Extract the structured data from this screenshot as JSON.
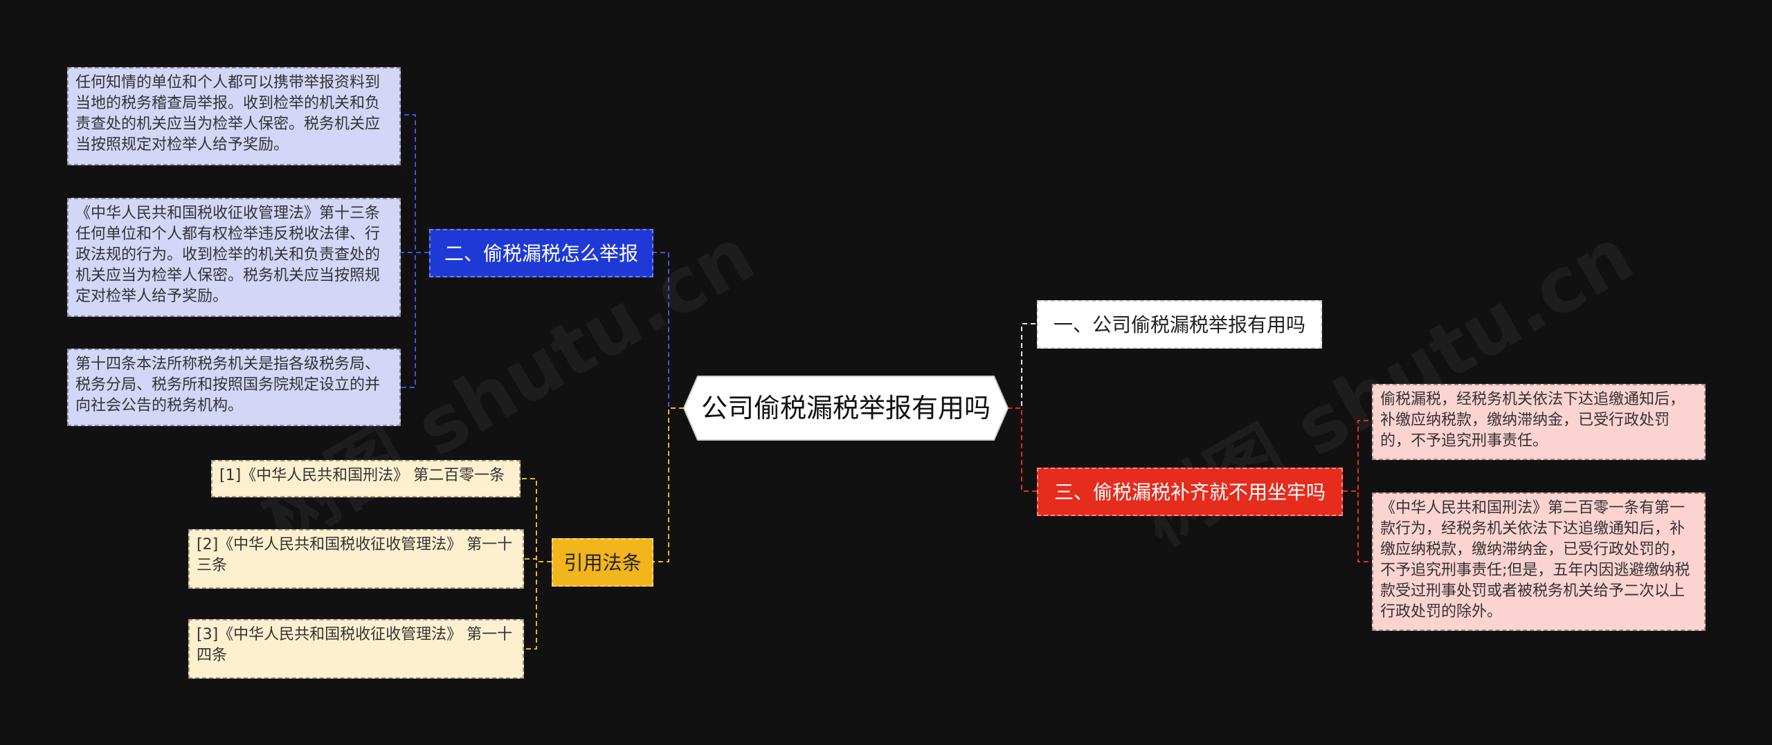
{
  "root": {
    "label": "公司偷税漏税举报有用吗"
  },
  "branches": {
    "one": {
      "label": "一、公司偷税漏税举报有用吗"
    },
    "two": {
      "label": "二、偷税漏税怎么举报",
      "items": [
        "任何知情的单位和个人都可以携带举报资料到当地的税务稽查局举报。收到检举的机关和负责查处的机关应当为检举人保密。税务机关应当按照规定对检举人给予奖励。",
        "《中华人民共和国税收征收管理法》第十三条任何单位和个人都有权检举违反税收法律、行政法规的行为。收到检举的机关和负责查处的机关应当为检举人保密。税务机关应当按照规定对检举人给予奖励。",
        "第十四条本法所称税务机关是指各级税务局、税务分局、税务所和按照国务院规定设立的并向社会公告的税务机构。"
      ]
    },
    "three": {
      "label": "三、偷税漏税补齐就不用坐牢吗",
      "items": [
        "偷税漏税，经税务机关依法下达追缴通知后，补缴应纳税款，缴纳滞纳金，已受行政处罚的，不予追究刑事责任。",
        "《中华人民共和国刑法》第二百零一条有第一款行为，经税务机关依法下达追缴通知后，补缴应纳税款，缴纳滞纳金，已受行政处罚的，不予追究刑事责任;但是，五年内因逃避缴纳税款受过刑事处罚或者被税务机关给予二次以上行政处罚的除外。"
      ]
    },
    "cite": {
      "label": "引用法条",
      "items": [
        "[1]《中华人民共和国刑法》 第二百零一条",
        "[2]《中华人民共和国税收征收管理法》 第一十三条",
        "[3]《中华人民共和国税收征收管理法》 第一十四条"
      ]
    }
  },
  "watermark": [
    "树图 shutu.cn",
    "树图 shutu.cn"
  ],
  "colors": {
    "background": "#111112",
    "blue": "#1f39d6",
    "yellow": "#f2b51c",
    "red": "#e52c1d",
    "white": "#ffffff"
  }
}
